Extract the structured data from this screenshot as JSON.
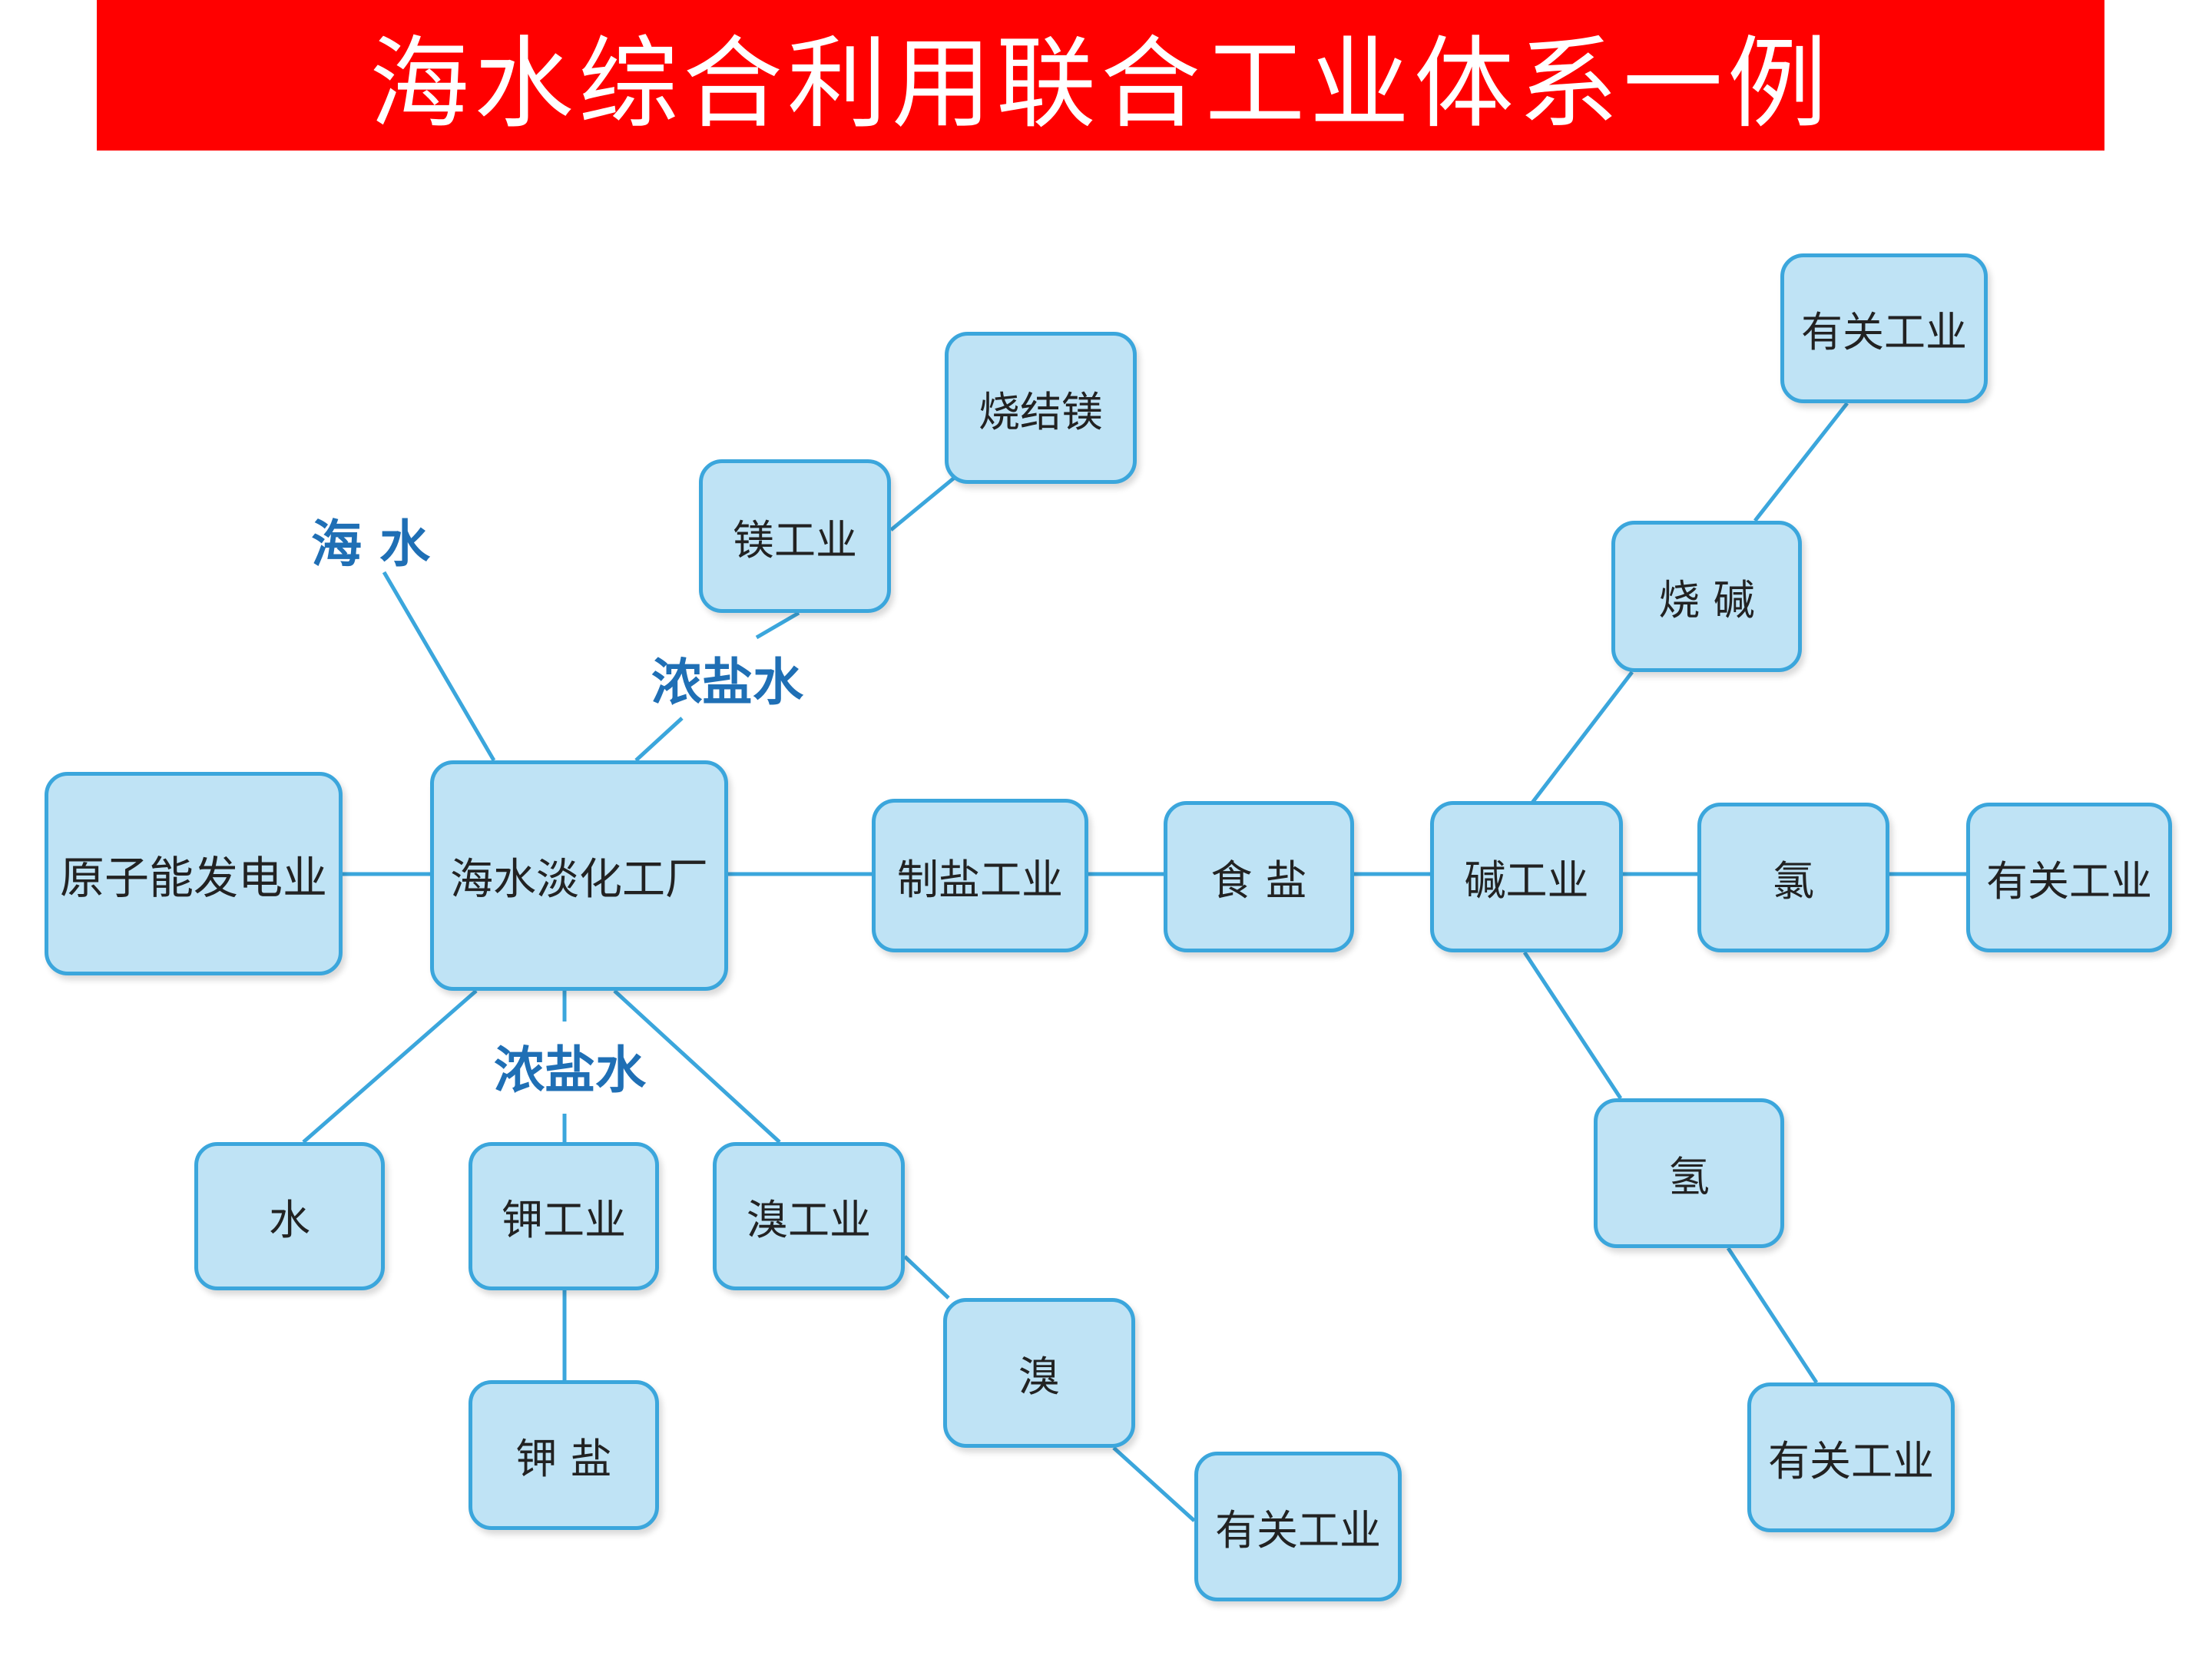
{
  "title": "海水综合利用联合工业体系一例",
  "colors": {
    "title_bg": "#ff0000",
    "node_fill": "#bfe3f5",
    "node_border": "#3ba6dc",
    "line": "#3ba6dc",
    "label": "#1f6fb5"
  },
  "labels": {
    "seawater": "海  水",
    "brine_top": "浓盐水",
    "brine_bottom": "浓盐水"
  },
  "nodes": {
    "desalination_plant": "海水淡化工厂",
    "nuclear_power": "原子能发电业",
    "magnesium_industry": "镁工业",
    "sintered_magnesium": "烧结镁",
    "salt_industry": "制盐工业",
    "table_salt": "食  盐",
    "alkali_industry": "碱工业",
    "caustic_soda": "烧  碱",
    "related_industry_top": "有关工业",
    "chlorine": "氯",
    "related_industry_chlorine": "有关工业",
    "hydrogen": "氢",
    "related_industry_hydrogen": "有关工业",
    "water": "水",
    "potassium_industry": "钾工业",
    "potassium_salt": "钾  盐",
    "bromine_industry": "溴工业",
    "bromine": "溴",
    "related_industry_bromine": "有关工业"
  }
}
